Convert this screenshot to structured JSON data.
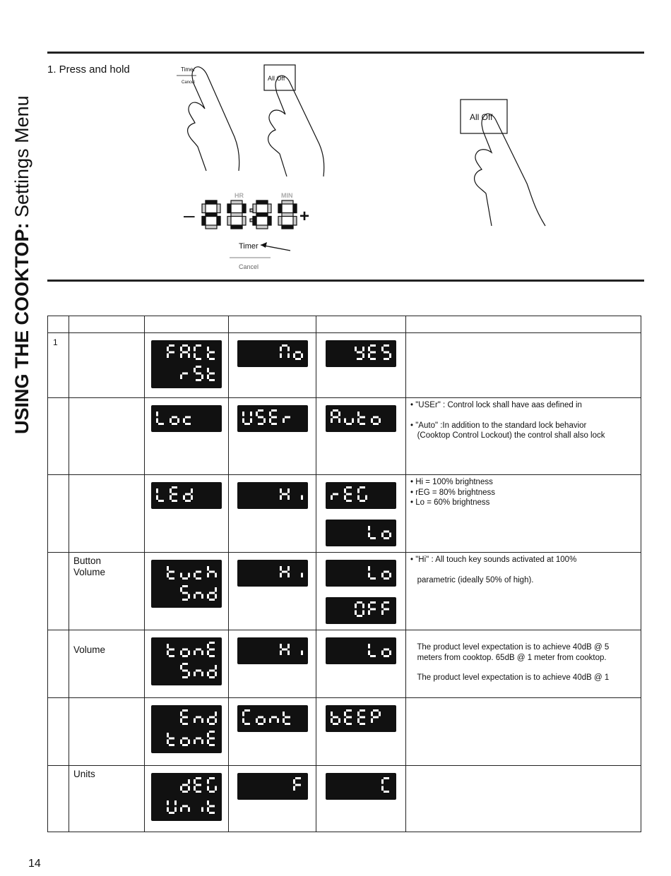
{
  "side_title": {
    "bold": "USING THE COOKTOP:",
    "light": " Settings Menu"
  },
  "page_number": "14",
  "step": {
    "text": "1.  Press and hold"
  },
  "illustration": {
    "timer_label": "Timer",
    "cancel_label": "Cancel",
    "all_off_label": "All Off",
    "hr_label": "HR",
    "min_label": "MIN",
    "minus": "–",
    "plus": "+",
    "display_text": "8888"
  },
  "table": {
    "header": [
      "",
      "",
      "",
      "",
      "",
      ""
    ],
    "rows": [
      {
        "num": "1",
        "name": "",
        "d1": [
          "FACt",
          "rSt"
        ],
        "d2": [
          "No"
        ],
        "d3": [
          "YES"
        ],
        "desc": []
      },
      {
        "num": "",
        "name": "",
        "d1": [
          "Loc"
        ],
        "d2": [
          "USEr"
        ],
        "d3": [
          "Auto"
        ],
        "desc": [
          "• \"USEr\" : Control lock shall have aas defined in",
          "",
          "• \"Auto\" :In addition to the standard lock behavior",
          "   (Cooktop Control Lockout) the control shall also lock"
        ]
      },
      {
        "num": "",
        "name": "",
        "d1": [
          "LEd"
        ],
        "d2": [
          "Hi"
        ],
        "d3": [
          "rEG"
        ],
        "d3b": [
          "Lo"
        ],
        "desc": [
          "• Hi = 100% brightness",
          "• rEG = 80% brightness",
          "• Lo = 60% brightness"
        ]
      },
      {
        "num": "",
        "name": "Button\nVolume",
        "d1": [
          "tuch",
          "Snd"
        ],
        "d2": [
          "Hi"
        ],
        "d3": [
          "Lo"
        ],
        "d3b": [
          "OFF"
        ],
        "desc": [
          "• \"Hi\" : All touch key sounds activated at 100%",
          "",
          "   parametric (ideally 50% of high)."
        ]
      },
      {
        "num": "",
        "name": "\nVolume",
        "d1": [
          "tonE",
          "Snd"
        ],
        "d2": [
          "Hi"
        ],
        "d3": [
          "Lo"
        ],
        "desc": [
          "",
          "   The product level expectation is to achieve 40dB @ 5",
          "   meters from cooktop. 65dB @ 1 meter from cooktop.",
          "",
          "   The product level expectation is to achieve 40dB @ 1"
        ]
      },
      {
        "num": "",
        "name": "",
        "d1": [
          "End",
          "tonE"
        ],
        "d2": [
          "Cont"
        ],
        "d3": [
          "bEEP"
        ],
        "desc": []
      },
      {
        "num": "",
        "name": "Units",
        "d1": [
          "dEG",
          "Unit"
        ],
        "d2": [
          "F"
        ],
        "d3": [
          "C"
        ],
        "desc": []
      }
    ]
  }
}
